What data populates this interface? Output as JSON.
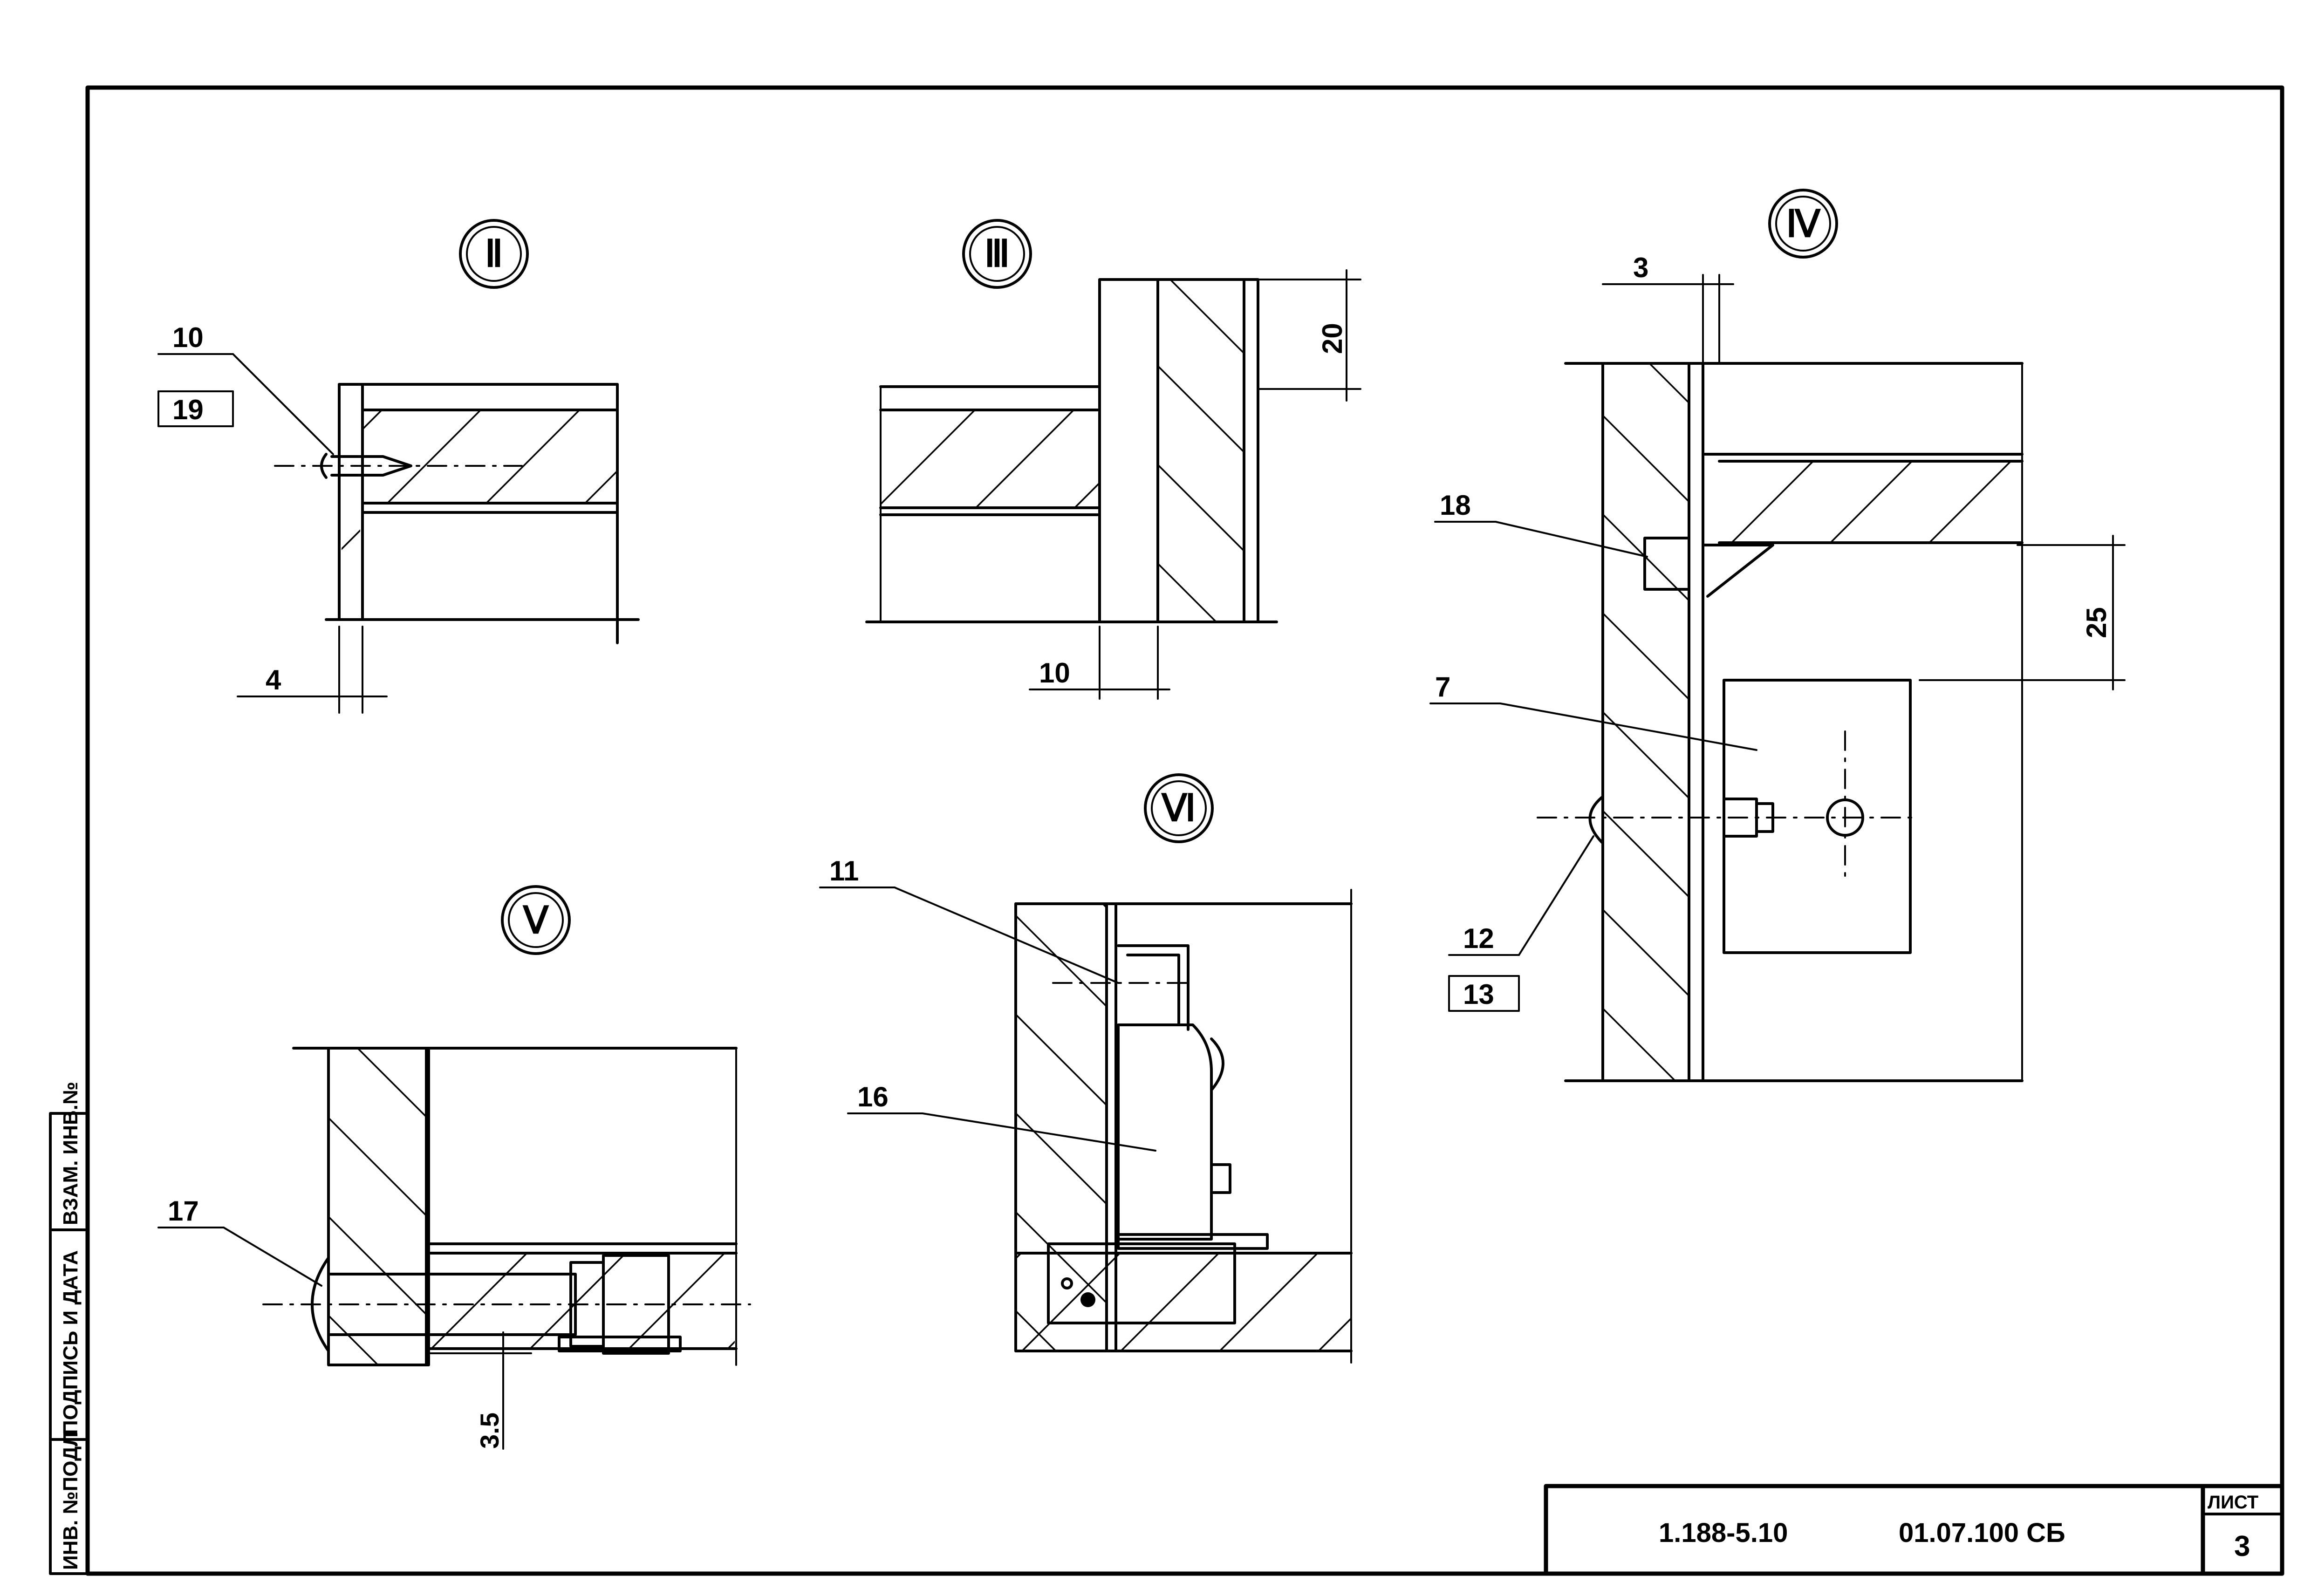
{
  "details": {
    "II": {
      "label": "Ⅱ",
      "callout_top": "10",
      "callout_bottom": "19",
      "dim": "4"
    },
    "III": {
      "label": "Ⅲ",
      "dim_top": "20",
      "dim_bottom": "10"
    },
    "IV": {
      "label": "Ⅳ",
      "dim_top": "3",
      "dim_side": "25",
      "callout_18": "18",
      "callout_7": "7",
      "callout_12": "12",
      "callout_13": "13"
    },
    "V": {
      "label": "Ⅴ",
      "callout_17": "17",
      "dim": "3.5"
    },
    "VI": {
      "label": "Ⅵ",
      "callout_11": "11",
      "callout_16": "16"
    }
  },
  "side_stamp": {
    "cell_1": "ИНВ. №ПОДЛ",
    "cell_2": "ПОДПИСЬ И ДАТА",
    "cell_3": "ВЗАМ. ИНВ.№"
  },
  "title_block": {
    "code": "1.188-5.10",
    "doc": "01.07.100 СБ",
    "sheet_label": "ЛИСТ",
    "sheet_no": "3"
  }
}
